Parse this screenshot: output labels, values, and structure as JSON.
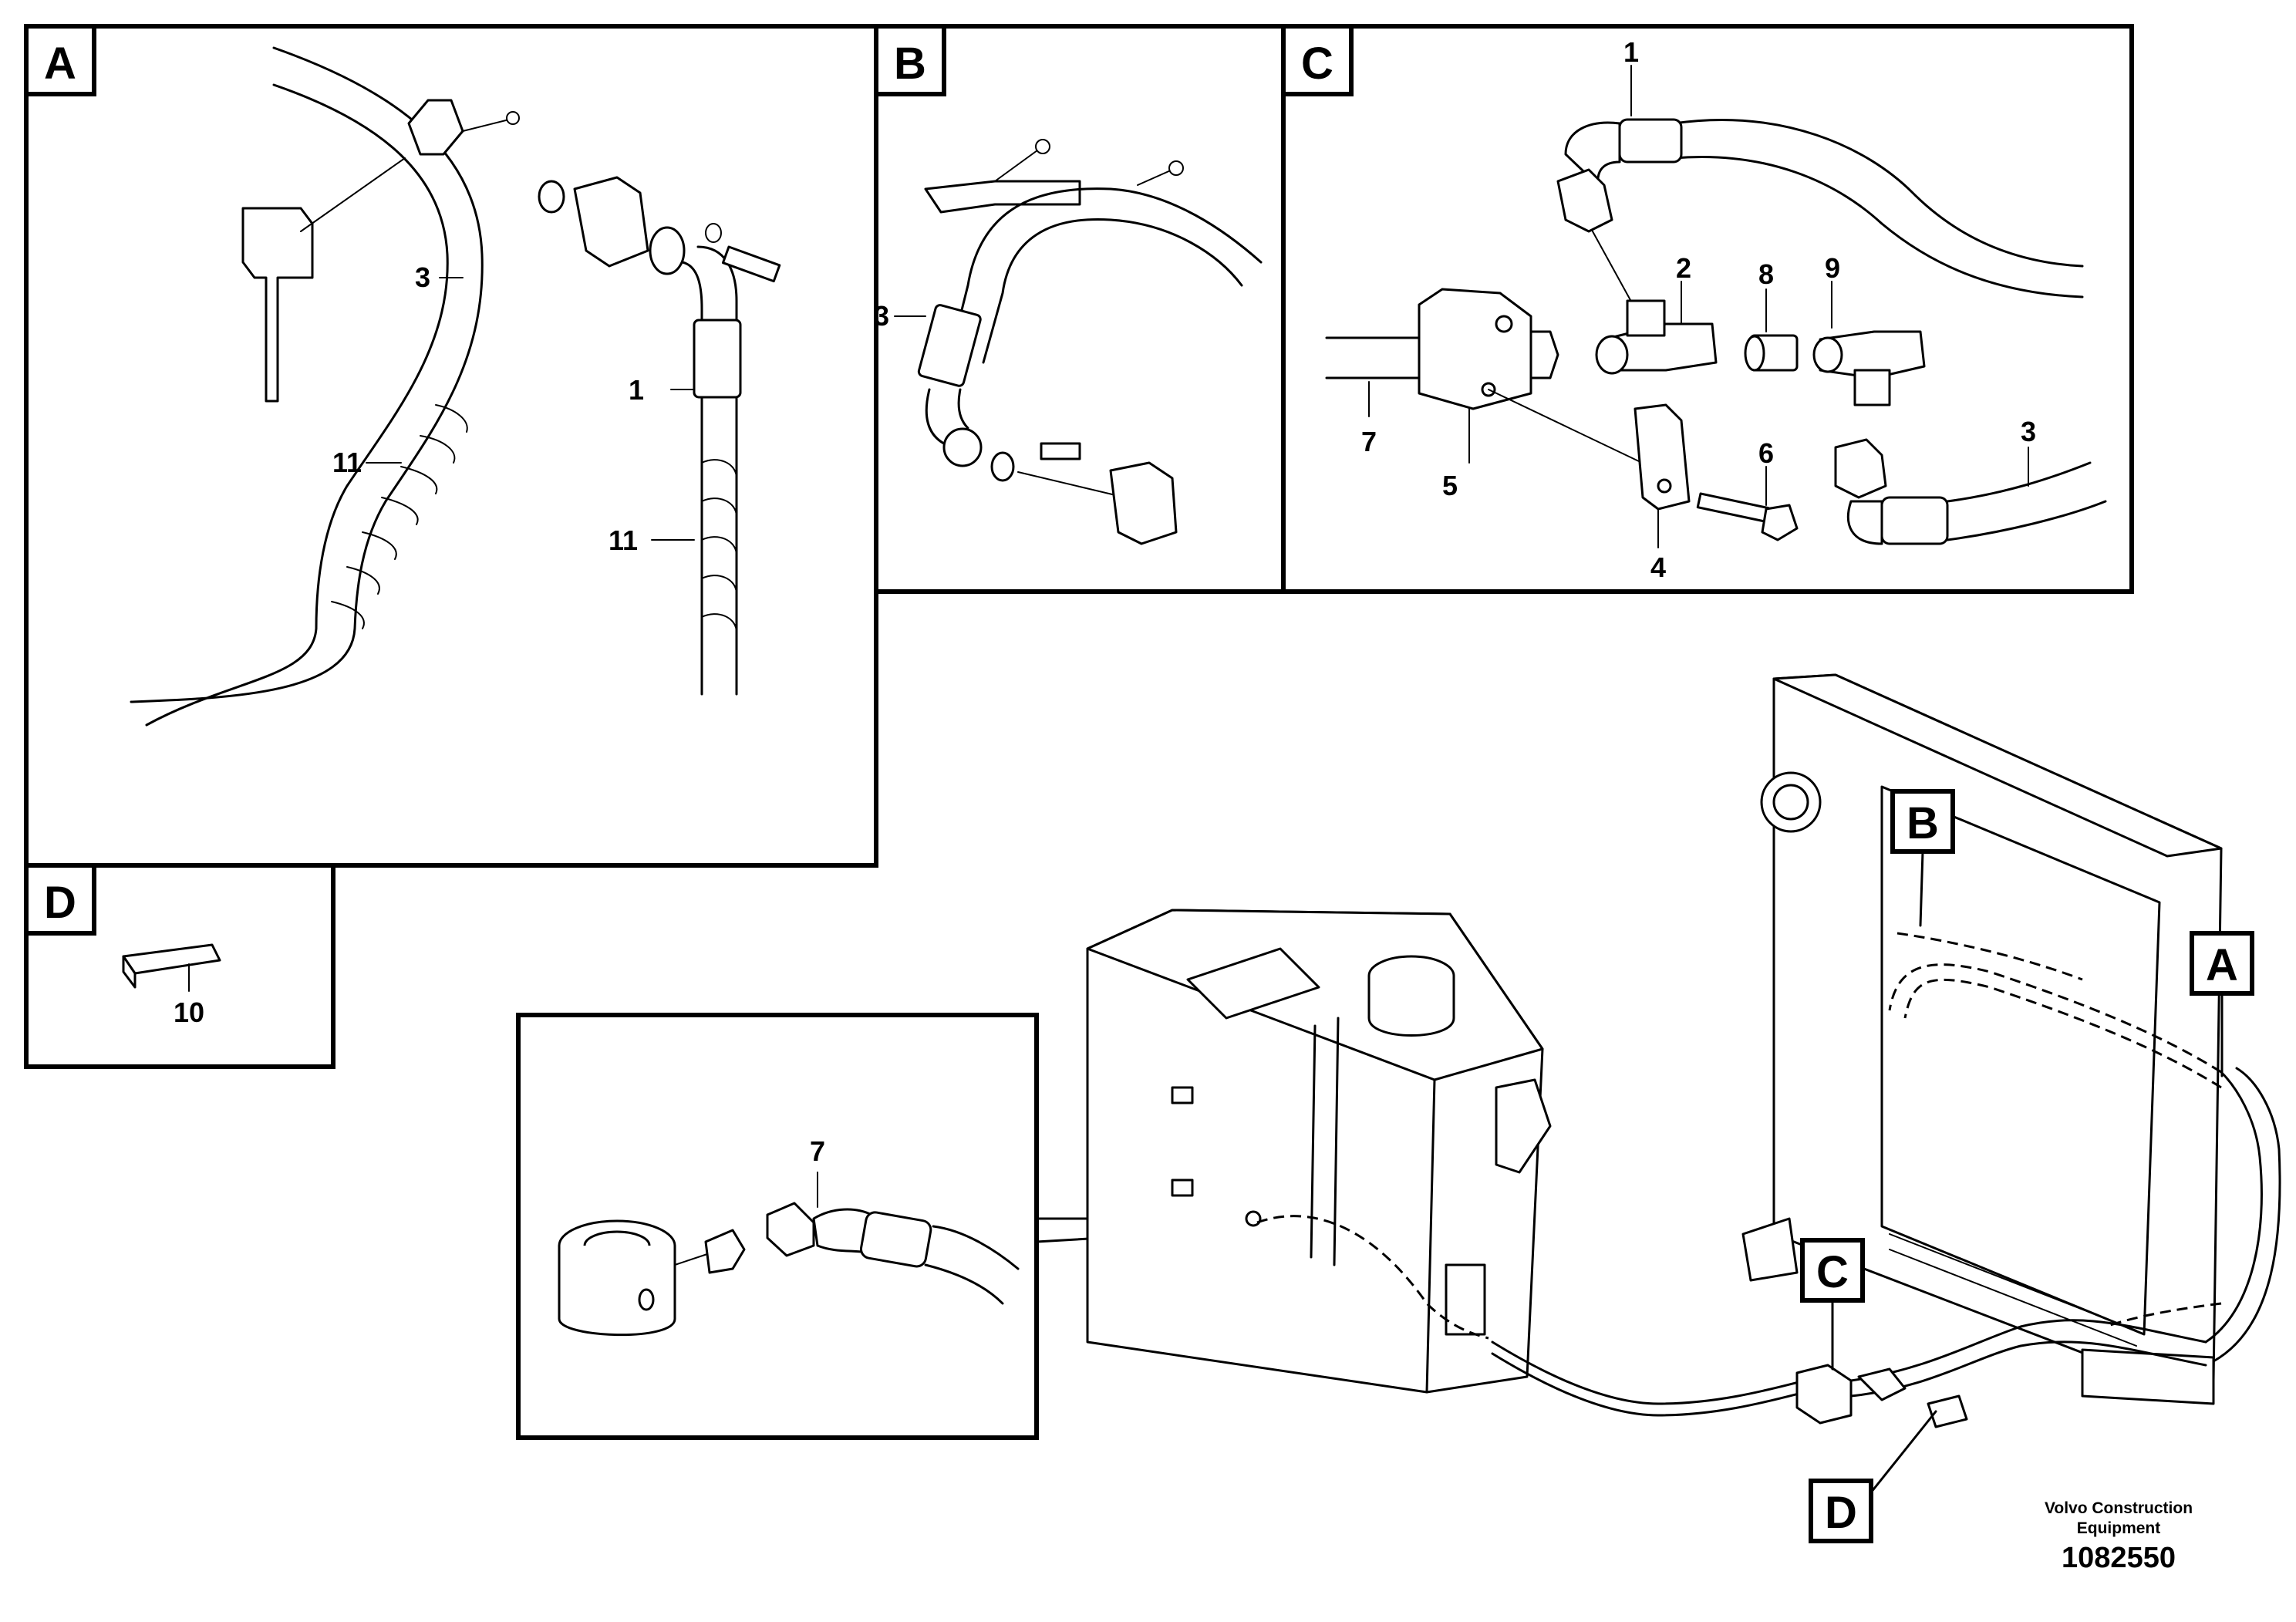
{
  "panels": {
    "A": "A",
    "B": "B",
    "C": "C",
    "D": "D"
  },
  "callouts": {
    "a_3": "3",
    "a_1": "1",
    "a_11_left": "11",
    "a_11_right": "11",
    "b_3": "3",
    "c_1": "1",
    "c_2": "2",
    "c_8": "8",
    "c_9": "9",
    "c_7": "7",
    "c_5": "5",
    "c_6": "6",
    "c_3": "3",
    "c_4": "4",
    "d_10": "10",
    "detail_7": "7"
  },
  "markers": {
    "B": "B",
    "A": "A",
    "C": "C",
    "D": "D"
  },
  "footer": {
    "brand_line1": "Volvo Construction",
    "brand_line2": "Equipment",
    "part_number": "1082550"
  }
}
